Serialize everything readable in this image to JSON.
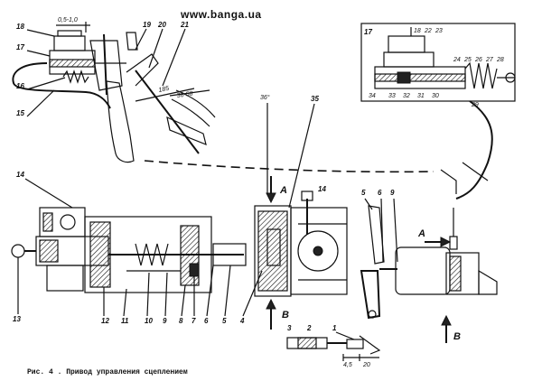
{
  "watermark": "www.banga.ua",
  "caption": "Рис. 4 . Привод управления сцеплением",
  "dimensions": {
    "gap": "0,5-1,0",
    "travel_a": "185",
    "travel_b": "36-58",
    "angle": "36°",
    "bottom_a": "4,5",
    "bottom_b": "20"
  },
  "section_letters": {
    "a_left": "А",
    "b_left": "В",
    "a_right": "А",
    "b_right": "В"
  },
  "part_numbers": {
    "p1": "1",
    "p2": "2",
    "p3": "3",
    "p4": "4",
    "p5": "5",
    "p5b": "5",
    "p6": "6",
    "p6b": "6",
    "p7": "7",
    "p8": "8",
    "p9": "9",
    "p9b": "9",
    "p10": "10",
    "p11": "11",
    "p12": "12",
    "p13": "13",
    "p14": "14",
    "p14b": "14",
    "p15": "15",
    "p16": "16",
    "p17": "17",
    "p17b": "17",
    "p18": "18",
    "p18b": "18",
    "p19": "19",
    "p20": "20",
    "p21": "21",
    "p22": "22",
    "p23": "23",
    "p24": "24",
    "p25": "25",
    "p26": "26",
    "p27": "27",
    "p28": "28",
    "p29": "29",
    "p30": "30",
    "p31": "31",
    "p32": "32",
    "p33": "33",
    "p34": "34",
    "p35": "35"
  }
}
